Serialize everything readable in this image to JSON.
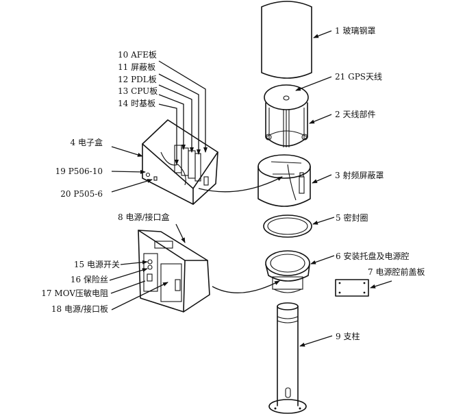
{
  "diagram": {
    "type": "exploded-assembly-view",
    "colors": {
      "line": "#111111",
      "background": "#ffffff"
    },
    "labels": {
      "p1": {
        "num": "1",
        "text": "玻璃钢罩"
      },
      "p21": {
        "num": "21",
        "text": "GPS天线"
      },
      "p2": {
        "num": "2",
        "text": "天线部件"
      },
      "p3": {
        "num": "3",
        "text": "射频屏蔽罩"
      },
      "p5": {
        "num": "5",
        "text": "密封圈"
      },
      "p6": {
        "num": "6",
        "text": "安装托盘及电源腔"
      },
      "p7": {
        "num": "7",
        "text": "电源腔前盖板"
      },
      "p9": {
        "num": "9",
        "text": "支柱"
      },
      "p4": {
        "num": "4",
        "text": "电子盒"
      },
      "p19": {
        "num": "19",
        "text": "P506-10"
      },
      "p20": {
        "num": "20",
        "text": "P505-6"
      },
      "p10": {
        "num": "10",
        "text": "AFE板"
      },
      "p11": {
        "num": "11",
        "text": "屏蔽板"
      },
      "p12": {
        "num": "12",
        "text": "PDL板"
      },
      "p13": {
        "num": "13",
        "text": "CPU板"
      },
      "p14": {
        "num": "14",
        "text": "时基板"
      },
      "p8": {
        "num": "8",
        "text": "电源/接口盒"
      },
      "p15": {
        "num": "15",
        "text": "电源开关"
      },
      "p16": {
        "num": "16",
        "text": "保险丝"
      },
      "p17": {
        "num": "17",
        "text": "MOV压敏电阻"
      },
      "p18": {
        "num": "18",
        "text": "电源/接口板"
      }
    }
  }
}
